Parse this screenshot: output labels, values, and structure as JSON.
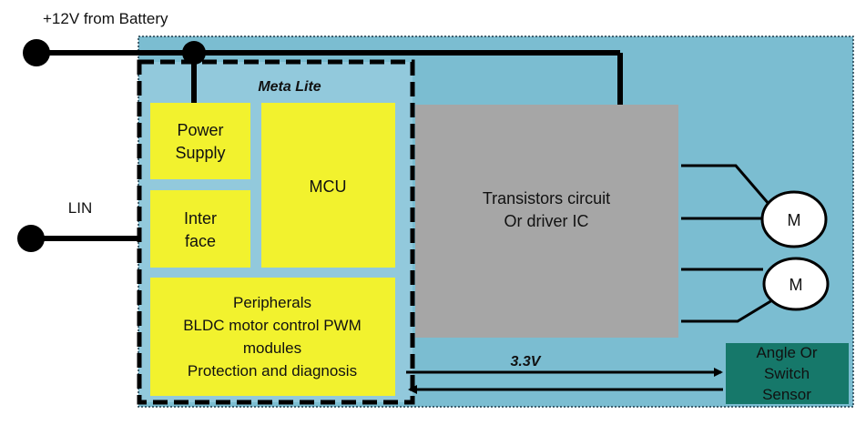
{
  "diagram": {
    "battery_label": "+12V from Battery",
    "lin_label": "LIN",
    "meta_lite_label": "Meta Lite",
    "power_supply": {
      "line1": "Power",
      "line2": "Supply"
    },
    "mcu": {
      "label": "MCU"
    },
    "interface": {
      "line1": "Inter",
      "line2": "face"
    },
    "peripherals": {
      "line1": "Peripherals",
      "line2": "BLDC motor control PWM",
      "line3": "modules",
      "line4": "Protection and diagnosis"
    },
    "transistors": {
      "line1": "Transistors circuit",
      "line2": "Or driver IC"
    },
    "motor_top": {
      "label": "M"
    },
    "motor_bottom": {
      "label": "M"
    },
    "voltage_label": "3.3V",
    "sensor": {
      "line1": "Angle Or",
      "line2": "Switch",
      "line3": "Sensor"
    },
    "colors": {
      "board": "#7bbdd1",
      "meta_lite": "#92c9dc",
      "block_yellow": "#f2f22e",
      "driver_grey": "#a6a6a6",
      "sensor_teal": "#16786a",
      "wire": "#000000"
    }
  }
}
